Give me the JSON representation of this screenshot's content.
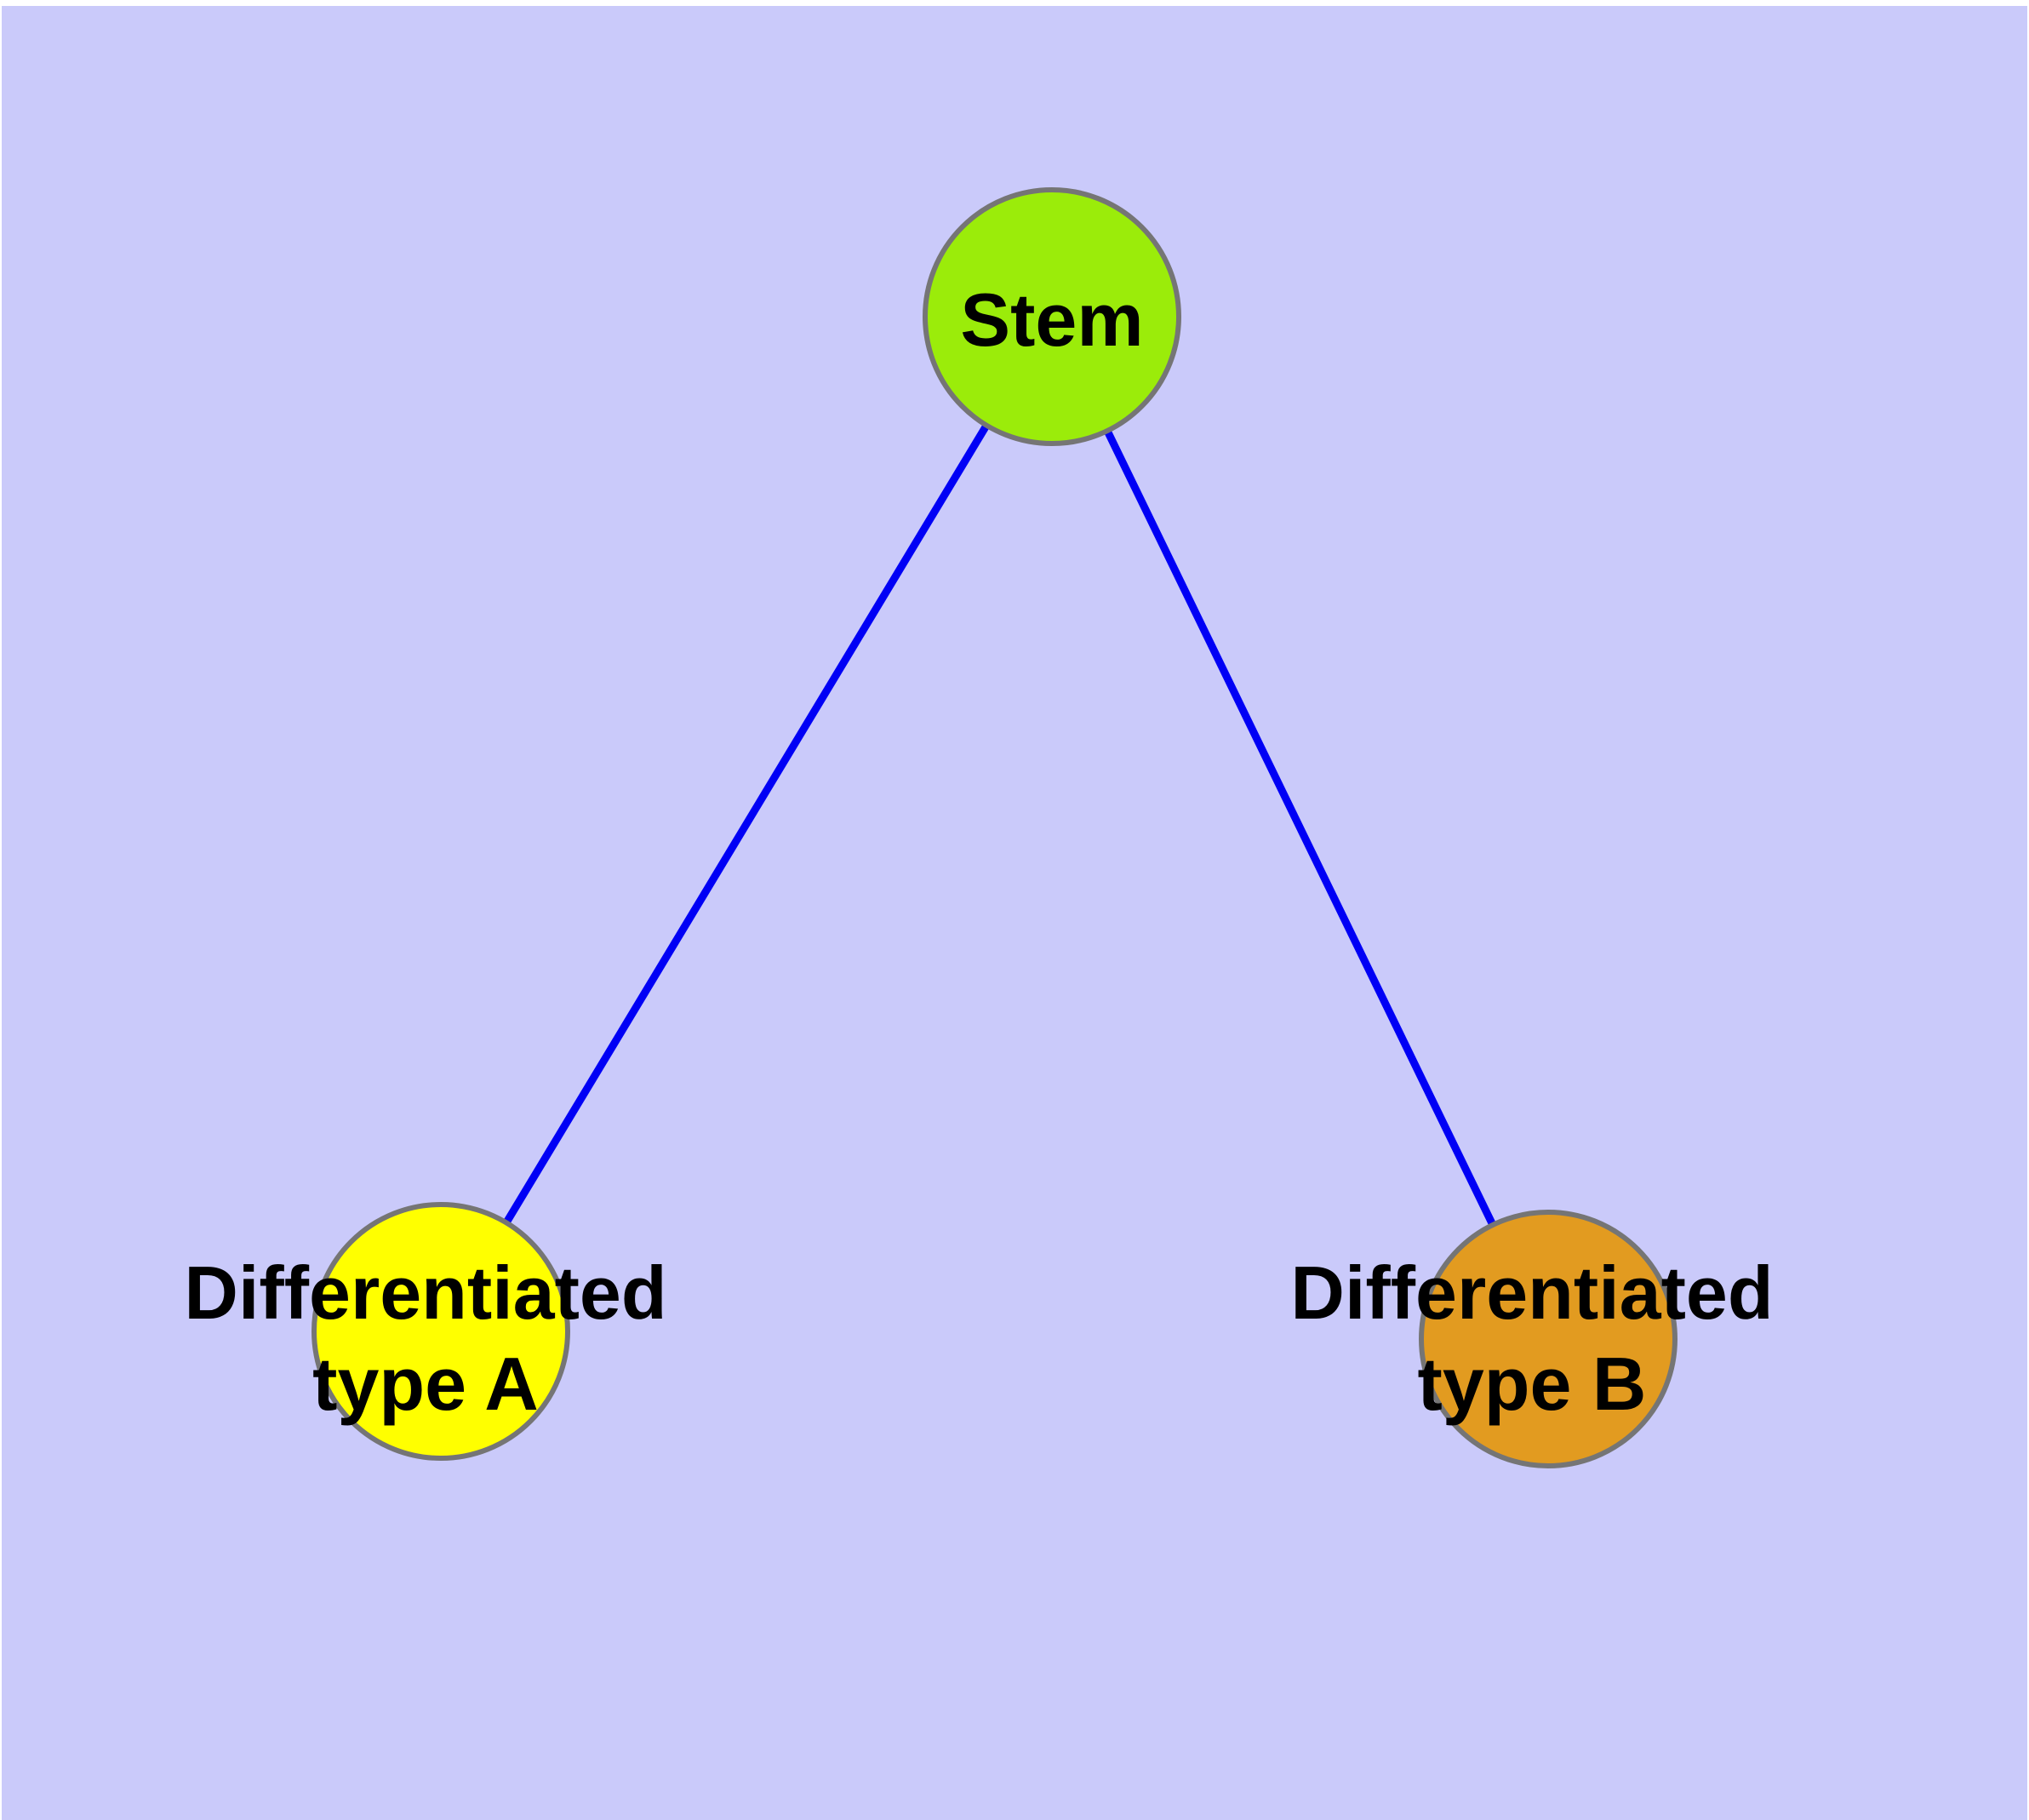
{
  "diagram": {
    "type": "node-link-graph",
    "description": "Stem cell differentiation diagram: a Stem node connected by two edges to two differentiated cell type nodes"
  },
  "colors": {
    "page_margin": "#ffffff",
    "canvas_background": "#cacafa",
    "edge": "#0000f5",
    "node_border": "#757575",
    "label_text": "#000000",
    "stem_fill": "#9bec0a",
    "type_a_fill": "#ffff00",
    "type_b_fill": "#e29b20"
  },
  "nodes": {
    "stem": {
      "label": "Stem"
    },
    "type_a": {
      "line1": "Differentiated",
      "line2": "type A"
    },
    "type_b": {
      "line1": "Differentiated",
      "line2": "type B"
    }
  },
  "edges": [
    {
      "from": "Stem",
      "to": "Differentiated type A"
    },
    {
      "from": "Stem",
      "to": "Differentiated type B"
    }
  ]
}
